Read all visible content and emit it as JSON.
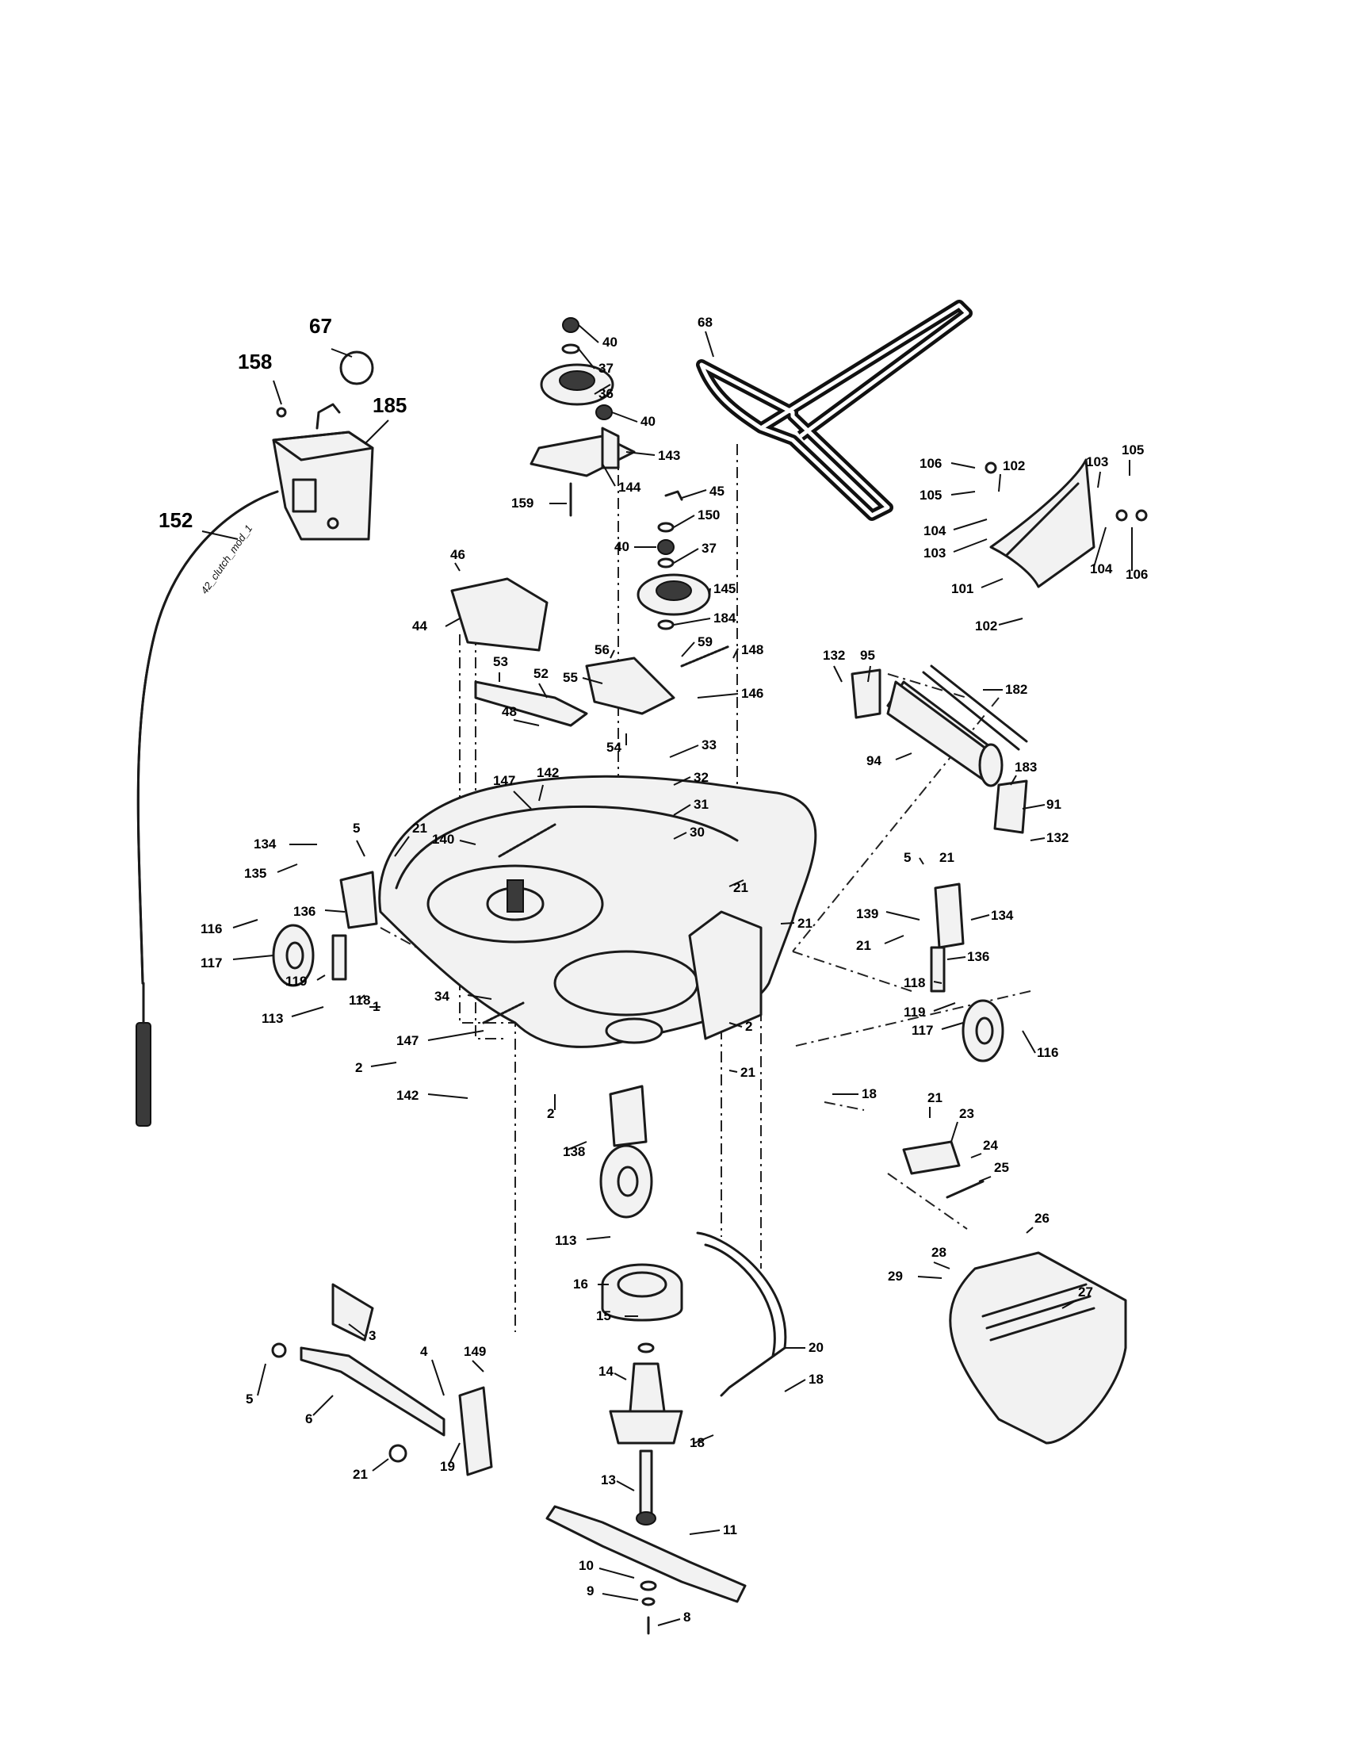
{
  "diagram": {
    "cable_stamp": "42_clutch_mod_1",
    "callouts": [
      "67",
      "158",
      "185",
      "152",
      "40",
      "37",
      "36",
      "40",
      "143",
      "144",
      "159",
      "45",
      "150",
      "40",
      "37",
      "145",
      "184",
      "59",
      "148",
      "56",
      "55",
      "146",
      "54",
      "33",
      "32",
      "31",
      "30",
      "68",
      "106",
      "105",
      "102",
      "103",
      "105",
      "104",
      "103",
      "104",
      "106",
      "101",
      "102",
      "132",
      "95",
      "182",
      "94",
      "183",
      "91",
      "132",
      "46",
      "44",
      "53",
      "52",
      "48",
      "147",
      "142",
      "140",
      "21",
      "5",
      "134",
      "135",
      "136",
      "116",
      "117",
      "119",
      "113",
      "118",
      "34",
      "1",
      "147",
      "2",
      "142",
      "2",
      "138",
      "21",
      "5",
      "21",
      "139",
      "134",
      "21",
      "136",
      "118",
      "119",
      "117",
      "116",
      "21",
      "2",
      "21",
      "18",
      "21",
      "23",
      "24",
      "25",
      "26",
      "28",
      "29",
      "27",
      "113",
      "16",
      "15",
      "14",
      "20",
      "18",
      "18",
      "13",
      "11",
      "10",
      "9",
      "8",
      "3",
      "5",
      "6",
      "4",
      "149",
      "21",
      "19"
    ]
  }
}
